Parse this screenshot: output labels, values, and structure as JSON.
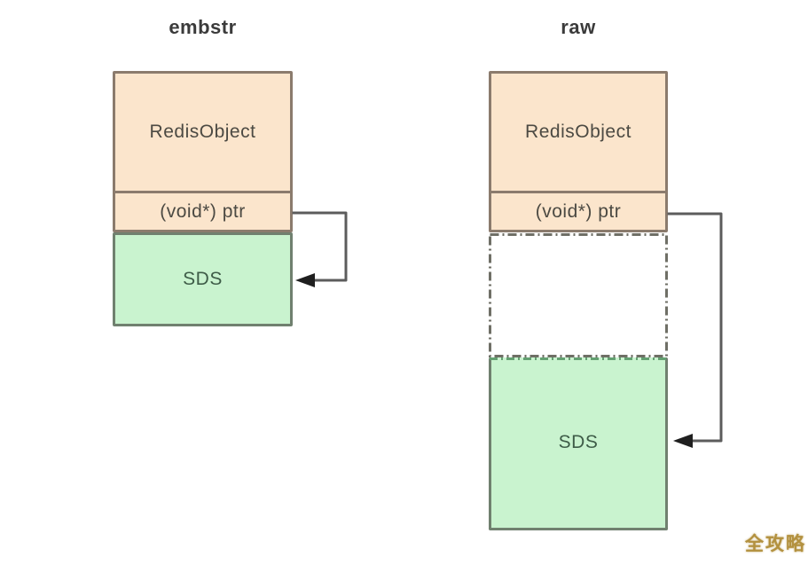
{
  "diagram": {
    "left": {
      "title": "embstr",
      "redis_object_label": "RedisObject",
      "ptr_label": "(void*) ptr",
      "sds_label": "SDS"
    },
    "right": {
      "title": "raw",
      "redis_object_label": "RedisObject",
      "ptr_label": "(void*) ptr",
      "sds_label": "SDS"
    },
    "watermark": "全攻略",
    "colors": {
      "redis_box_fill": "#fbe5cc",
      "redis_box_border": "#8b7b6d",
      "sds_box_fill": "#c9f3cf",
      "sds_box_border": "#70806f",
      "gap_border": "#6f6f66",
      "sds_dash_border": "#63a071",
      "arrow_line": "#5c5c5c",
      "arrow_head": "#1f1f1f",
      "label_text": "#4c4a43",
      "sds_text": "#3e5c48",
      "title_text": "#3b3b3b",
      "watermark": "#b3913f"
    }
  }
}
